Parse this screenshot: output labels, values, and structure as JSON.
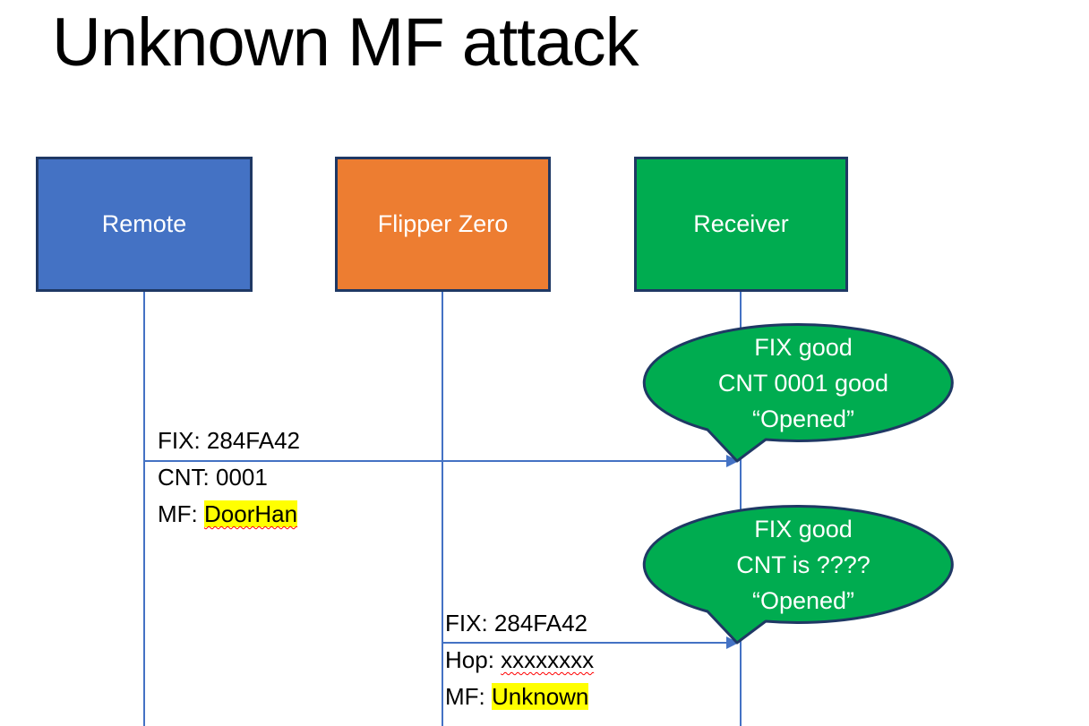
{
  "title": "Unknown MF attack",
  "actors": [
    {
      "label": "Remote",
      "fill": "#4472C4"
    },
    {
      "label": "Flipper Zero",
      "fill": "#ED7D31"
    },
    {
      "label": "Receiver",
      "fill": "#00AC50"
    }
  ],
  "messages": [
    {
      "above": "FIX: 284FA42",
      "below1_prefix": "CNT: ",
      "below1_value": "0001",
      "below2_prefix": "MF: ",
      "below2_value": "DoorHan"
    },
    {
      "above": "FIX: 284FA42",
      "below1_prefix": "Hop: ",
      "below1_value": "xxxxxxxx",
      "below2_prefix": "MF: ",
      "below2_value": "Unknown"
    }
  ],
  "bubbles": [
    {
      "lines": [
        "FIX good",
        "CNT 0001 good",
        "“Opened”"
      ]
    },
    {
      "lines": [
        "FIX good",
        "CNT is ????",
        "“Opened”"
      ]
    }
  ],
  "colors": {
    "remote_fill": "#4472C4",
    "flipper_fill": "#ED7D31",
    "receiver_fill": "#00AC50",
    "bubble_fill": "#00AC50",
    "shape_border": "#1F3864",
    "connector_blue": "#4472C4",
    "highlight_yellow": "#FFFF00",
    "spellcheck_red": "#FF0000",
    "title_text": "#000000",
    "actor_text": "#FFFFFF"
  }
}
